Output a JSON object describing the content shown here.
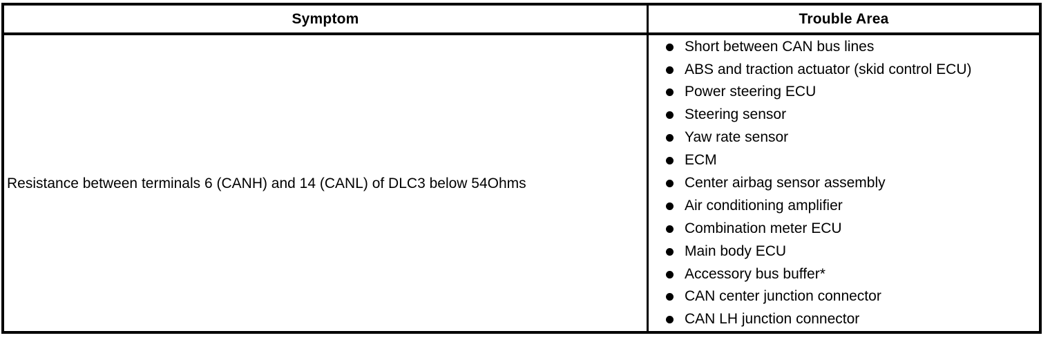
{
  "colors": {
    "border": "#000000",
    "background": "#ffffff",
    "text": "#000000",
    "bullet": "#000000"
  },
  "table": {
    "headers": [
      {
        "label": "Symptom"
      },
      {
        "label": "Trouble Area"
      }
    ],
    "row": {
      "symptom": "Resistance between terminals 6 (CANH) and 14 (CANL) of DLC3 below 54Ohms",
      "trouble_areas": [
        "Short between CAN bus lines",
        "ABS and traction actuator (skid control ECU)",
        "Power steering ECU",
        "Steering sensor",
        "Yaw rate sensor",
        "ECM",
        "Center airbag sensor assembly",
        "Air conditioning amplifier",
        "Combination meter ECU",
        "Main body ECU",
        "Accessory bus buffer*",
        "CAN center junction connector",
        "CAN LH junction connector"
      ]
    }
  }
}
